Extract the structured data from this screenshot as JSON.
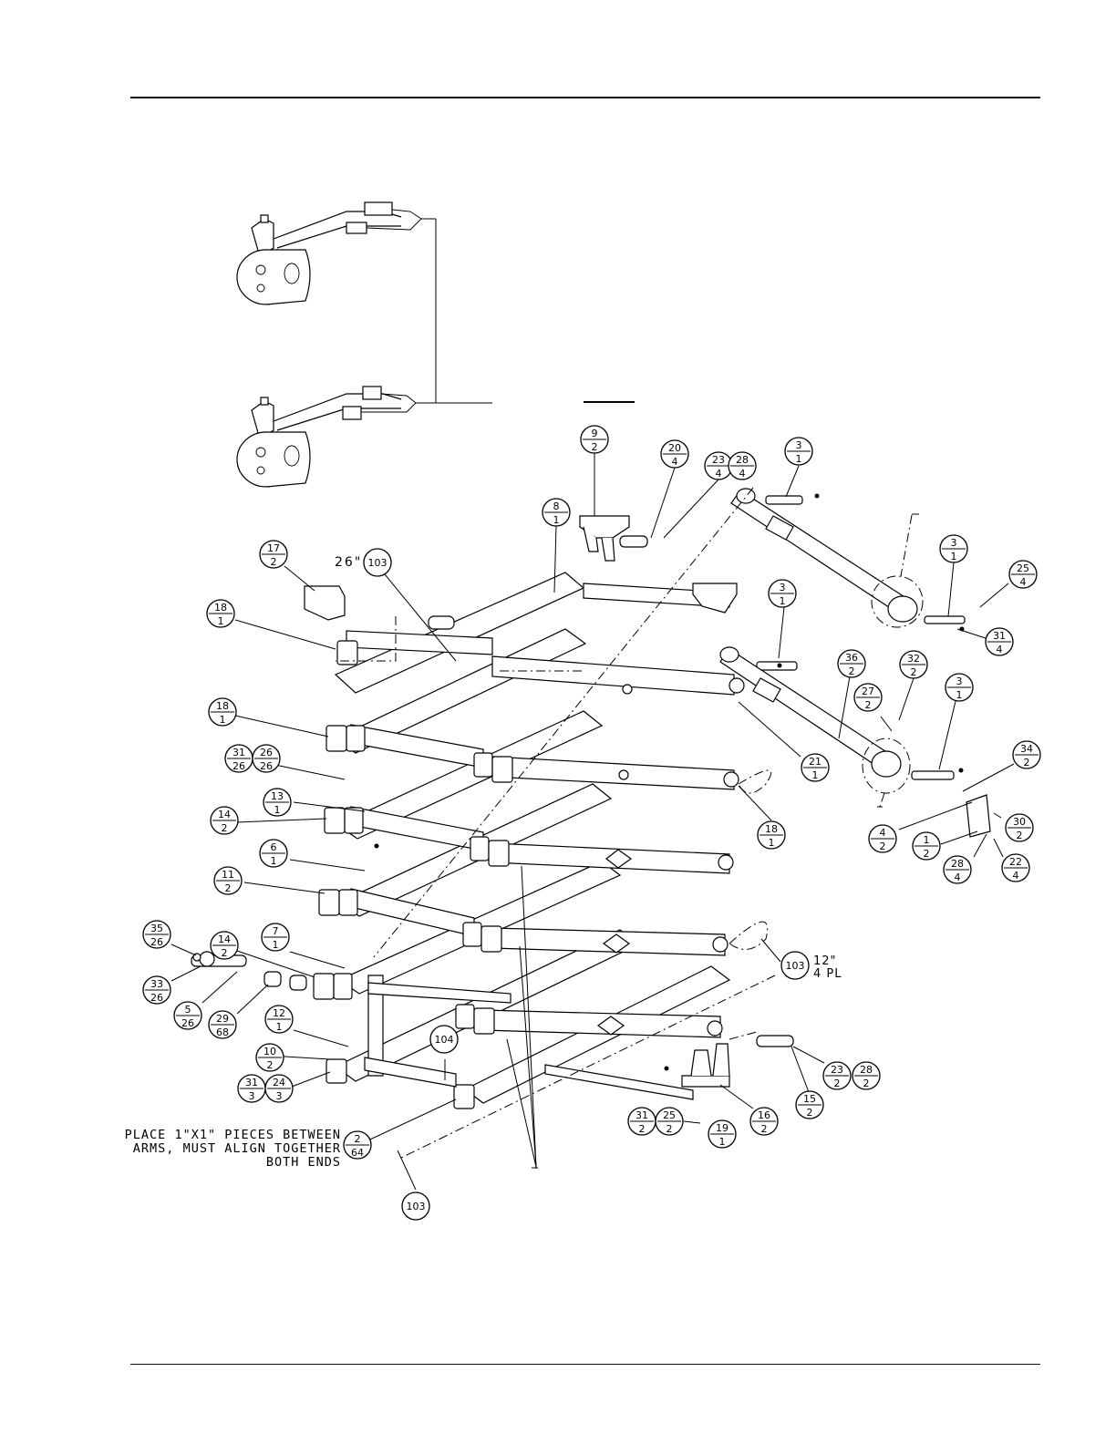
{
  "callouts": [
    {
      "id": "c9",
      "top": "9",
      "bottom": "2"
    },
    {
      "id": "c20",
      "top": "20",
      "bottom": "4"
    },
    {
      "id": "c23a",
      "top": "23",
      "bottom": "4"
    },
    {
      "id": "c28a",
      "top": "28",
      "bottom": "4"
    },
    {
      "id": "c3a",
      "top": "3",
      "bottom": "1"
    },
    {
      "id": "c8",
      "top": "8",
      "bottom": "1"
    },
    {
      "id": "c3b",
      "top": "3",
      "bottom": "1"
    },
    {
      "id": "c25a",
      "top": "25",
      "bottom": "4"
    },
    {
      "id": "c31a",
      "top": "31",
      "bottom": "4"
    },
    {
      "id": "c17",
      "top": "17",
      "bottom": "2"
    },
    {
      "id": "c18a",
      "top": "18",
      "bottom": "1"
    },
    {
      "id": "c3c",
      "top": "3",
      "bottom": "1"
    },
    {
      "id": "c36",
      "top": "36",
      "bottom": "2"
    },
    {
      "id": "c32",
      "top": "32",
      "bottom": "2"
    },
    {
      "id": "c27",
      "top": "27",
      "bottom": "2"
    },
    {
      "id": "c3d",
      "top": "3",
      "bottom": "1"
    },
    {
      "id": "c18b",
      "top": "18",
      "bottom": "1"
    },
    {
      "id": "c21",
      "top": "21",
      "bottom": "1"
    },
    {
      "id": "c31b",
      "top": "31",
      "bottom": "26"
    },
    {
      "id": "c26",
      "top": "26",
      "bottom": "26"
    },
    {
      "id": "c34",
      "top": "34",
      "bottom": "2"
    },
    {
      "id": "c13",
      "top": "13",
      "bottom": "1"
    },
    {
      "id": "c14a",
      "top": "14",
      "bottom": "2"
    },
    {
      "id": "c18c",
      "top": "18",
      "bottom": "1"
    },
    {
      "id": "c4",
      "top": "4",
      "bottom": "2"
    },
    {
      "id": "c1",
      "top": "1",
      "bottom": "2"
    },
    {
      "id": "c30",
      "top": "30",
      "bottom": "2"
    },
    {
      "id": "c6",
      "top": "6",
      "bottom": "1"
    },
    {
      "id": "c28b",
      "top": "28",
      "bottom": "4"
    },
    {
      "id": "c22",
      "top": "22",
      "bottom": "4"
    },
    {
      "id": "c11",
      "top": "11",
      "bottom": "2"
    },
    {
      "id": "c35",
      "top": "35",
      "bottom": "26"
    },
    {
      "id": "c14b",
      "top": "14",
      "bottom": "2"
    },
    {
      "id": "c7",
      "top": "7",
      "bottom": "1"
    },
    {
      "id": "c33",
      "top": "33",
      "bottom": "26"
    },
    {
      "id": "c5",
      "top": "5",
      "bottom": "26"
    },
    {
      "id": "c29",
      "top": "29",
      "bottom": "68"
    },
    {
      "id": "c12",
      "top": "12",
      "bottom": "1"
    },
    {
      "id": "c10",
      "top": "10",
      "bottom": "2"
    },
    {
      "id": "c23b",
      "top": "23",
      "bottom": "2"
    },
    {
      "id": "c28c",
      "top": "28",
      "bottom": "2"
    },
    {
      "id": "c31c",
      "top": "31",
      "bottom": "3"
    },
    {
      "id": "c24",
      "top": "24",
      "bottom": "3"
    },
    {
      "id": "c15",
      "top": "15",
      "bottom": "2"
    },
    {
      "id": "c16",
      "top": "16",
      "bottom": "2"
    },
    {
      "id": "c31d",
      "top": "31",
      "bottom": "2"
    },
    {
      "id": "c25b",
      "top": "25",
      "bottom": "2"
    },
    {
      "id": "c19",
      "top": "19",
      "bottom": "1"
    },
    {
      "id": "c2",
      "top": "2",
      "bottom": "64"
    }
  ],
  "single_callouts": {
    "c103a": "103",
    "c103b": "103",
    "c103c": "103",
    "c104": "104"
  },
  "labels": {
    "len_26": "26\"",
    "len_12": "12\"",
    "pl_4": "4 PL",
    "note_line1": "PLACE 1\"X1\" PIECES BETWEEN",
    "note_line2": "ARMS, MUST ALIGN TOGETHER",
    "note_line3": "BOTH ENDS"
  }
}
